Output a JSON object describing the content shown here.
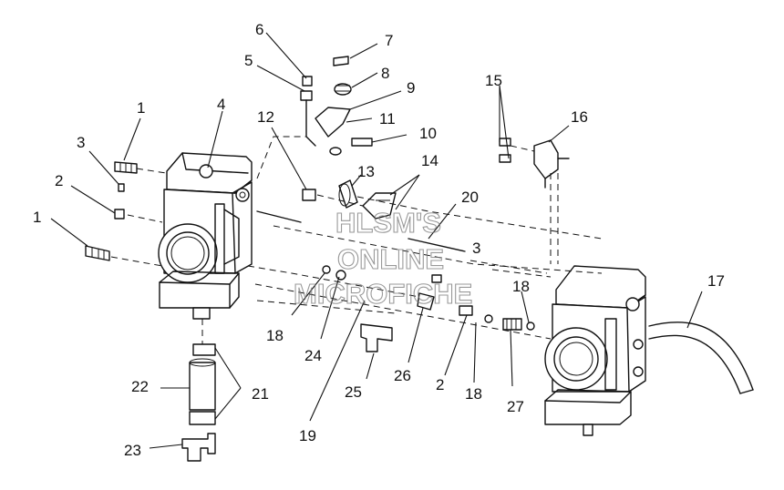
{
  "watermark": {
    "line1": "HLSM'S",
    "line2": "ONLINE",
    "line3": "MICROFICHE"
  },
  "callouts": {
    "c1a": "1",
    "c1b": "1",
    "c2a": "2",
    "c2b": "2",
    "c3a": "3",
    "c3b": "3",
    "c4": "4",
    "c5": "5",
    "c6": "6",
    "c7": "7",
    "c8": "8",
    "c9": "9",
    "c10": "10",
    "c11": "11",
    "c12": "12",
    "c13": "13",
    "c14": "14",
    "c15": "15",
    "c16": "16",
    "c17": "17",
    "c18a": "18",
    "c18b": "18",
    "c18c": "18",
    "c19": "19",
    "c20": "20",
    "c21": "21",
    "c22": "22",
    "c23": "23",
    "c24": "24",
    "c25": "25",
    "c26": "26",
    "c27": "27"
  }
}
